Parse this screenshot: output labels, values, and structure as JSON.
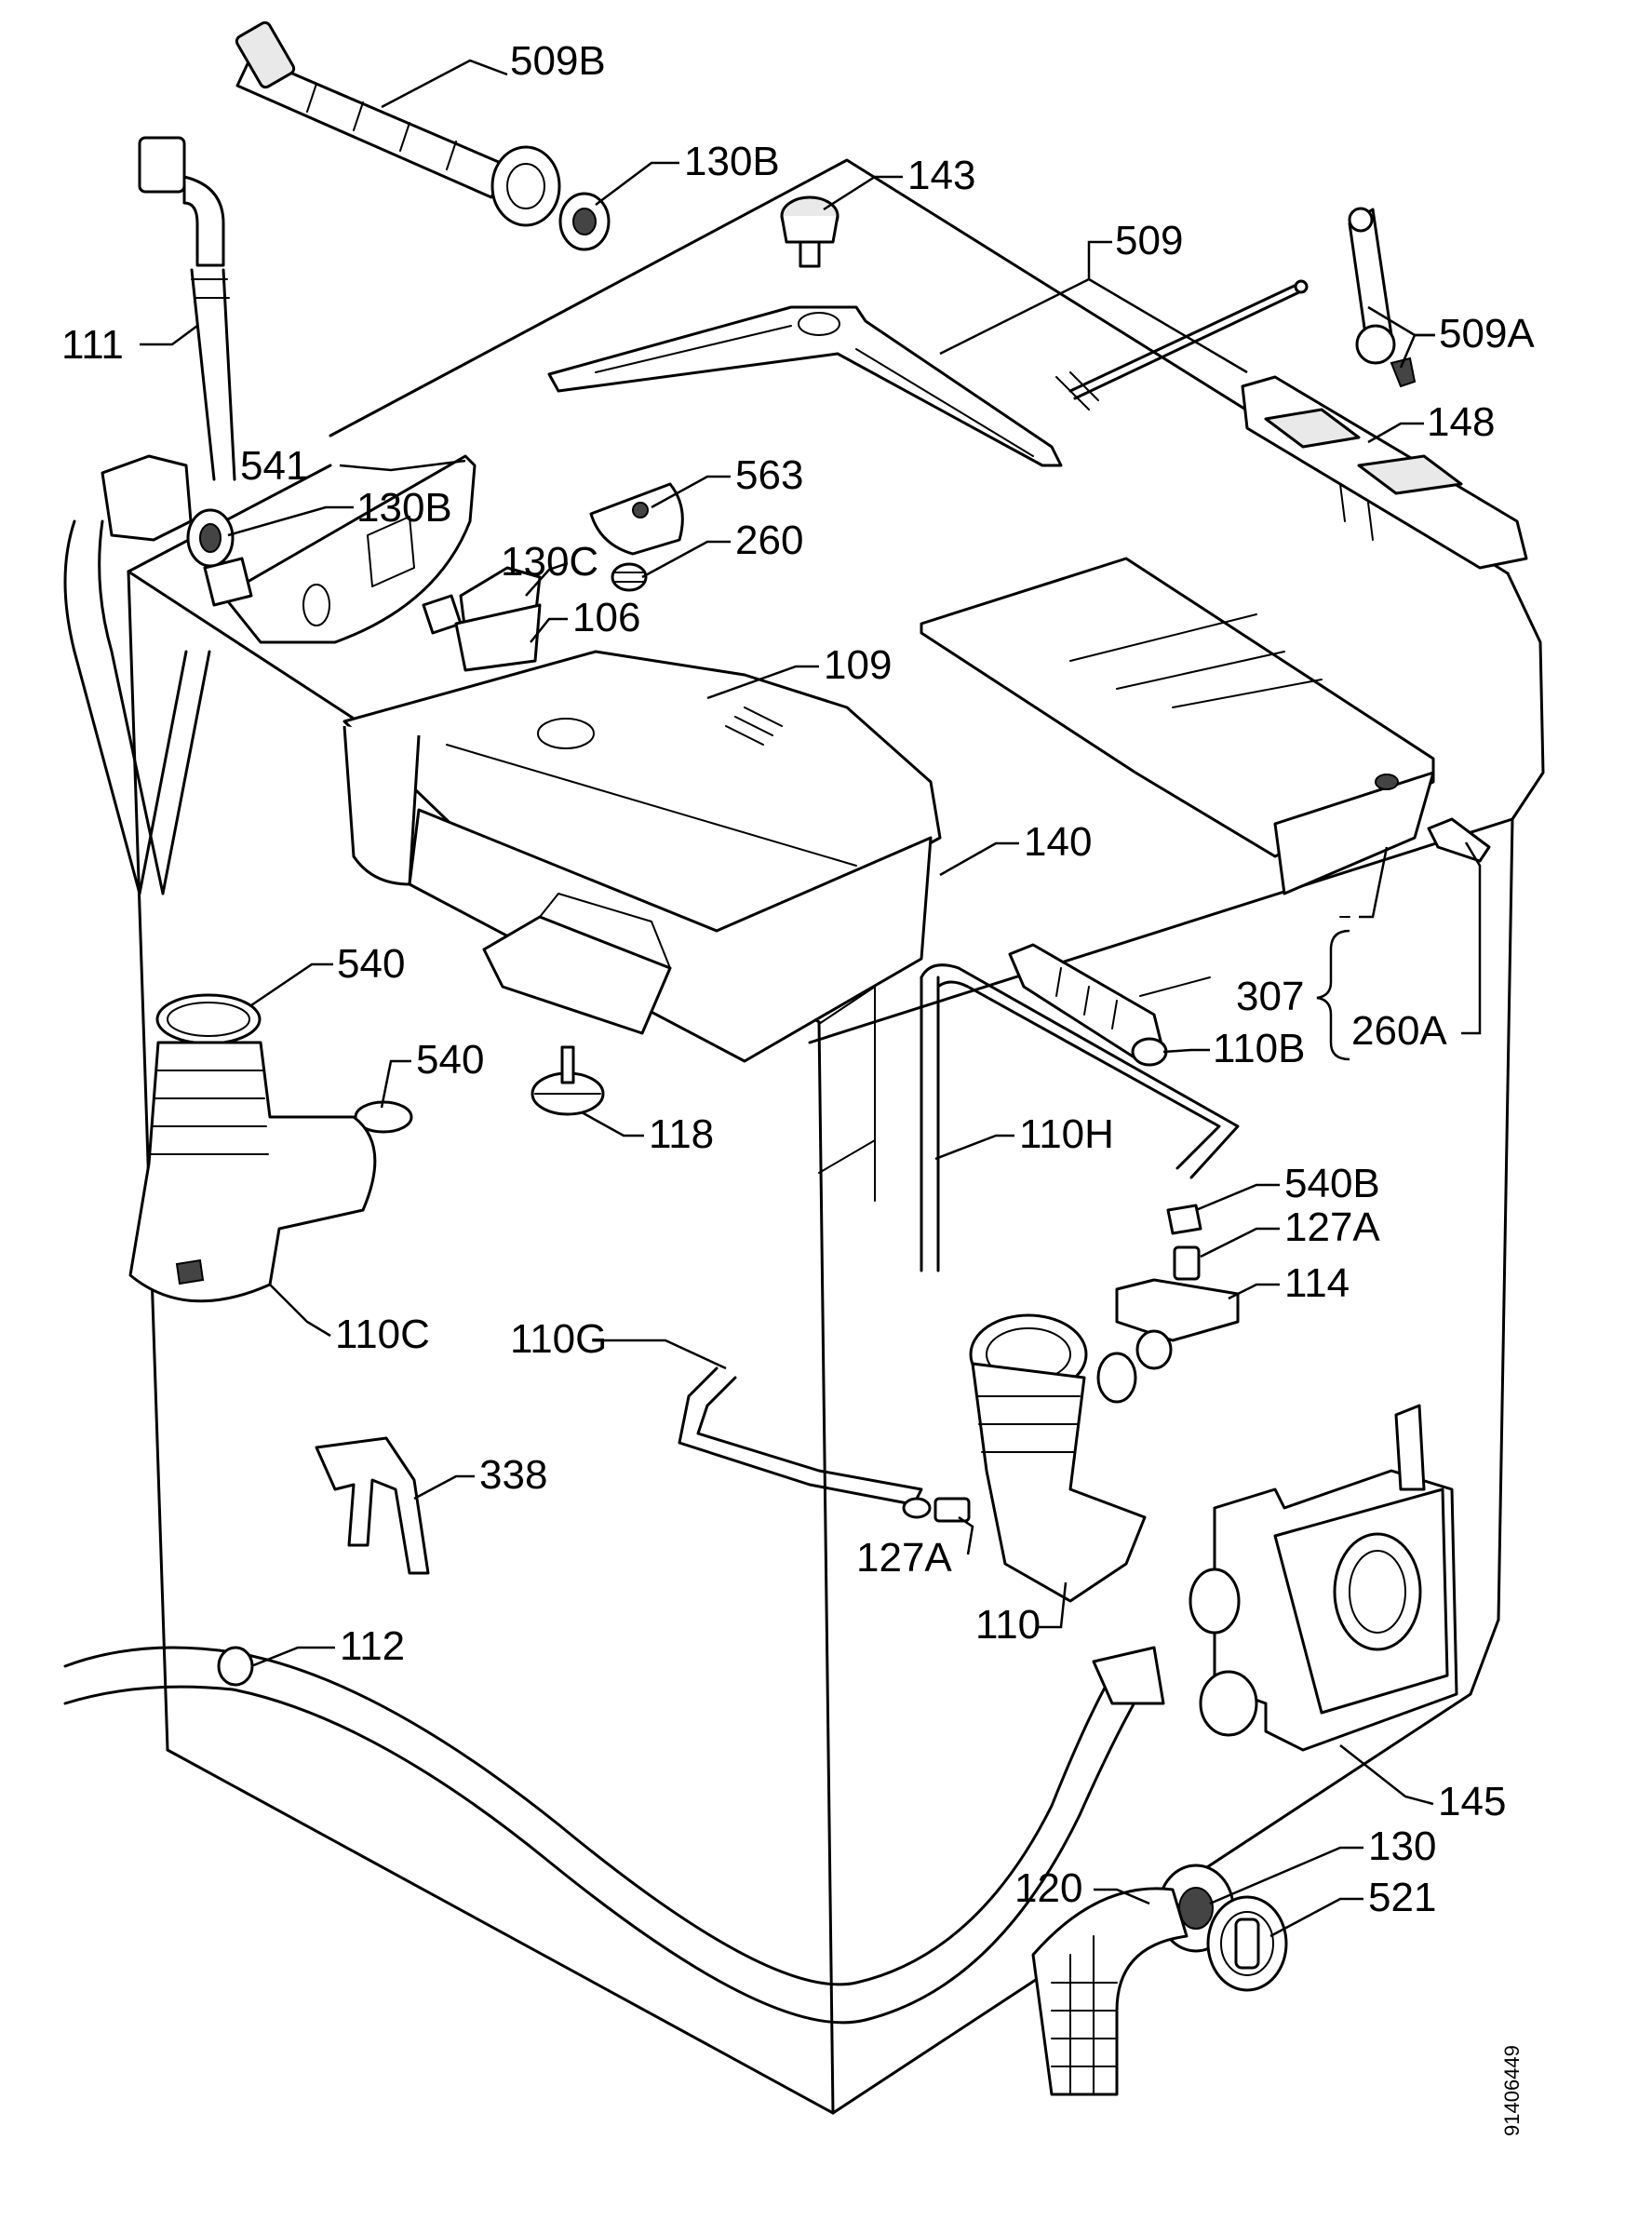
{
  "labels": [
    {
      "id": "509B",
      "text": "509B"
    },
    {
      "id": "130B-top",
      "text": "130B"
    },
    {
      "id": "143",
      "text": "143"
    },
    {
      "id": "509",
      "text": "509"
    },
    {
      "id": "509A",
      "text": "509A"
    },
    {
      "id": "111",
      "text": "111"
    },
    {
      "id": "148",
      "text": "148"
    },
    {
      "id": "541",
      "text": "541"
    },
    {
      "id": "130B-left",
      "text": "130B"
    },
    {
      "id": "563",
      "text": "563"
    },
    {
      "id": "260",
      "text": "260"
    },
    {
      "id": "130C",
      "text": "130C"
    },
    {
      "id": "106",
      "text": "106"
    },
    {
      "id": "109",
      "text": "109"
    },
    {
      "id": "140",
      "text": "140"
    },
    {
      "id": "540-a",
      "text": "540"
    },
    {
      "id": "540-b",
      "text": "540"
    },
    {
      "id": "307",
      "text": "307"
    },
    {
      "id": "110B",
      "text": "110B"
    },
    {
      "id": "260A",
      "text": "260A"
    },
    {
      "id": "118",
      "text": "118"
    },
    {
      "id": "110H",
      "text": "110H"
    },
    {
      "id": "540B",
      "text": "540B"
    },
    {
      "id": "127A-right",
      "text": "127A"
    },
    {
      "id": "114",
      "text": "114"
    },
    {
      "id": "110C",
      "text": "110C"
    },
    {
      "id": "110G",
      "text": "110G"
    },
    {
      "id": "338",
      "text": "338"
    },
    {
      "id": "127A-bottom",
      "text": "127A"
    },
    {
      "id": "110",
      "text": "110"
    },
    {
      "id": "112",
      "text": "112"
    },
    {
      "id": "145",
      "text": "145"
    },
    {
      "id": "130",
      "text": "130"
    },
    {
      "id": "120",
      "text": "120"
    },
    {
      "id": "521",
      "text": "521"
    }
  ],
  "document_number": "91406449"
}
